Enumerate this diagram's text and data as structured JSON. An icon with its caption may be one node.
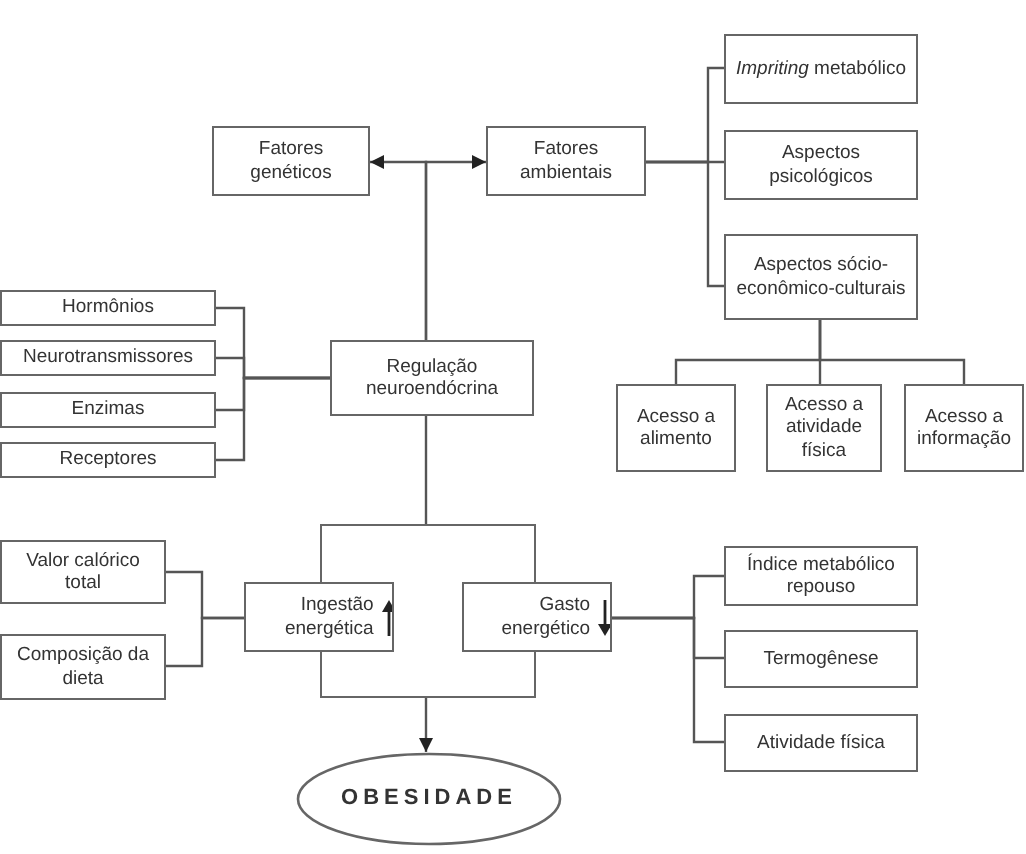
{
  "diagram": {
    "nodes": [
      {
        "text": [
          "Fatores genéticos"
        ]
      },
      {
        "text": [
          "Fatores ambientais"
        ]
      },
      {
        "text": [
          "*Impriting* metabólico"
        ]
      },
      {
        "text": [
          "Aspectos psicológicos"
        ]
      },
      {
        "text": [
          "Aspectos sócio-econômico-culturais"
        ]
      },
      {
        "text": [
          "Hormônios"
        ]
      },
      {
        "text": [
          "Neurotransmissores"
        ]
      },
      {
        "text": [
          "Enzimas"
        ]
      },
      {
        "text": [
          "Receptores"
        ]
      },
      {
        "text": [
          "Regulação neuroendócrina"
        ]
      },
      {
        "text": [
          "Acesso a alimento"
        ]
      },
      {
        "text": [
          "Acesso a atividade física"
        ]
      },
      {
        "text": [
          "Acesso a informação"
        ]
      },
      {
        "text": [
          "Valor calórico total"
        ]
      },
      {
        "text": [
          "Composição da dieta"
        ]
      },
      {
        "text": [],
        "shape": "box"
      },
      {
        "text": [
          "Ingestão energética"
        ]
      },
      {
        "text": [
          "Gasto energético"
        ]
      },
      {
        "text": [
          "Índice metabólico repouso"
        ]
      },
      {
        "text": [
          "Termogênese"
        ]
      },
      {
        "text": [
          "Atividade física"
        ]
      },
      {
        "text": [
          "OBESIDADE"
        ]
      }
    ],
    "edges": [
      {
        "from": 9,
        "to": 0,
        "arrow": "to"
      },
      {
        "from": 9,
        "to": 1,
        "arrow": "to"
      },
      {
        "from": 1,
        "to": 2,
        "arrow": "none"
      },
      {
        "from": 1,
        "to": 3,
        "arrow": "none"
      },
      {
        "from": 1,
        "to": 4,
        "arrow": "none"
      },
      {
        "from": 4,
        "to": 10,
        "arrow": "none"
      },
      {
        "from": 4,
        "to": 11,
        "arrow": "none"
      },
      {
        "from": 4,
        "to": 12,
        "arrow": "none"
      },
      {
        "from": 5,
        "to": 9,
        "arrow": "none"
      },
      {
        "from": 6,
        "to": 9,
        "arrow": "none"
      },
      {
        "from": 7,
        "to": 9,
        "arrow": "none"
      },
      {
        "from": 8,
        "to": 9,
        "arrow": "none"
      },
      {
        "from": 9,
        "to": 15,
        "arrow": "none"
      },
      {
        "from": 13,
        "to": 16,
        "arrow": "none"
      },
      {
        "from": 14,
        "to": 16,
        "arrow": "none"
      },
      {
        "from": 17,
        "to": 18,
        "arrow": "none"
      },
      {
        "from": 17,
        "to": 19,
        "arrow": "none"
      },
      {
        "from": 17,
        "to": 20,
        "arrow": "none"
      },
      {
        "from": 15,
        "to": 21,
        "arrow": "to"
      }
    ]
  }
}
